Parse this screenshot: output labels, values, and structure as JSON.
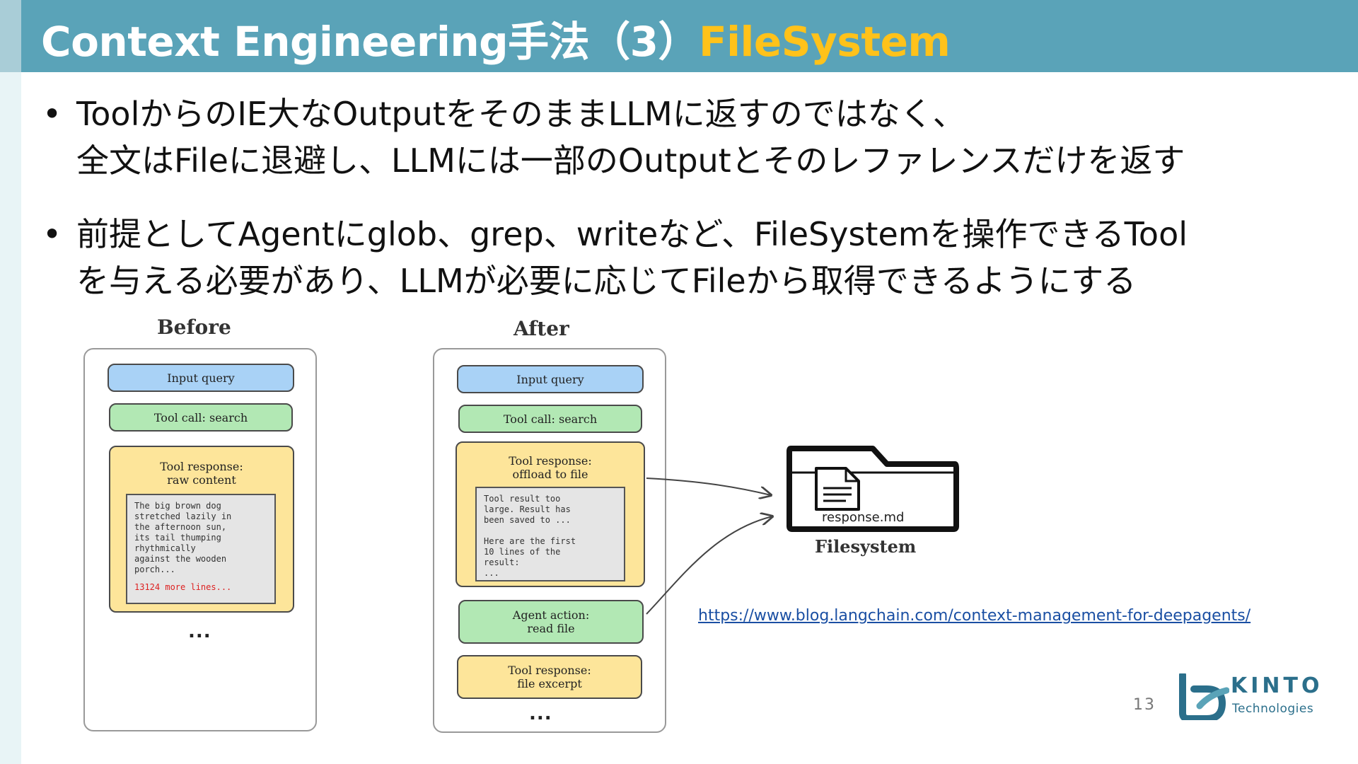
{
  "slide": {
    "title_main": "Context Engineering手法（3）",
    "title_accent": "FileSystem"
  },
  "bullets": [
    {
      "lines": [
        "ToolからのIE大なOutputをそのままLLMに返すのではなく、",
        "全文はFileに退避し、LLMには一部のOutputとそのレファレンスだけを返す"
      ]
    },
    {
      "lines": [
        "前提としてAgentにglob、grep、writeなど、FileSystemを操作できるTool",
        "を与える必要があり、LLMが必要に応じてFileから取得できるようにする"
      ]
    }
  ],
  "diagram": {
    "before": {
      "heading": "Before",
      "input_query": "Input query",
      "tool_call": "Tool call: search",
      "tool_response": [
        "Tool response:",
        "raw content"
      ],
      "content": "The big brown dog\nstretched lazily in\nthe afternoon sun,\nits tail thumping\nrhythmically\nagainst the wooden\nporch...",
      "more_lines": "13124 more lines...",
      "ellipsis": "..."
    },
    "after": {
      "heading": "After",
      "input_query": "Input query",
      "tool_call": "Tool call: search",
      "tool_response": [
        "Tool response:",
        "offload to file"
      ],
      "content": "Tool result too\nlarge. Result has\nbeen saved to ...\n\nHere are the first\n10 lines of the\nresult:\n...",
      "agent_action": [
        "Agent action:",
        "read file"
      ],
      "file_excerpt": [
        "Tool response:",
        "file excerpt"
      ],
      "ellipsis": "..."
    },
    "filesystem": {
      "label": "Filesystem",
      "filename": "response.md",
      "icon": "folder-icon"
    }
  },
  "link": "https://www.blog.langchain.com/context-management-for-deepagents/",
  "page_number": "13",
  "logo": {
    "name": "KINTO",
    "sub": "Technologies"
  },
  "colors": {
    "title_bar": "#5aa3b8",
    "title_accent": "#ffc21a",
    "box_blue": "#a9d2f6",
    "box_green": "#b2e8b4",
    "box_yellow": "#fde59a",
    "brand": "#2b6f8b"
  }
}
